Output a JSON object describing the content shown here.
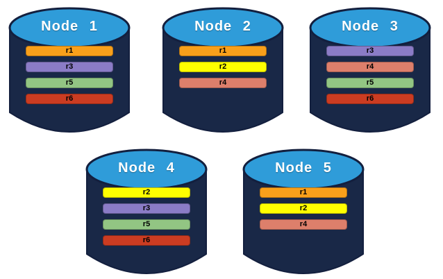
{
  "diagram": {
    "description_visible_text_only": "",
    "background": "#ffffff"
  },
  "colors": {
    "cylinder_body": "#192847",
    "cylinder_outline": "#131f3e",
    "cylinder_top": "#2f9cd9",
    "title_text": "#ffffff",
    "bar_text": "#000000",
    "ranges": {
      "r1": "#f9a01b",
      "r2": "#ffff00",
      "r3": "#8b7cc6",
      "r4": "#dd7f6b",
      "r5": "#92c583",
      "r6": "#cb3c22"
    }
  },
  "nodes": [
    {
      "label": "Node 1",
      "ranges": [
        "r1",
        "r3",
        "r5",
        "r6"
      ]
    },
    {
      "label": "Node 2",
      "ranges": [
        "r1",
        "r2",
        "r4"
      ]
    },
    {
      "label": "Node 3",
      "ranges": [
        "r3",
        "r4",
        "r5",
        "r6"
      ]
    },
    {
      "label": "Node 4",
      "ranges": [
        "r2",
        "r3",
        "r5",
        "r6"
      ]
    },
    {
      "label": "Node 5",
      "ranges": [
        "r1",
        "r2",
        "r4"
      ]
    }
  ]
}
